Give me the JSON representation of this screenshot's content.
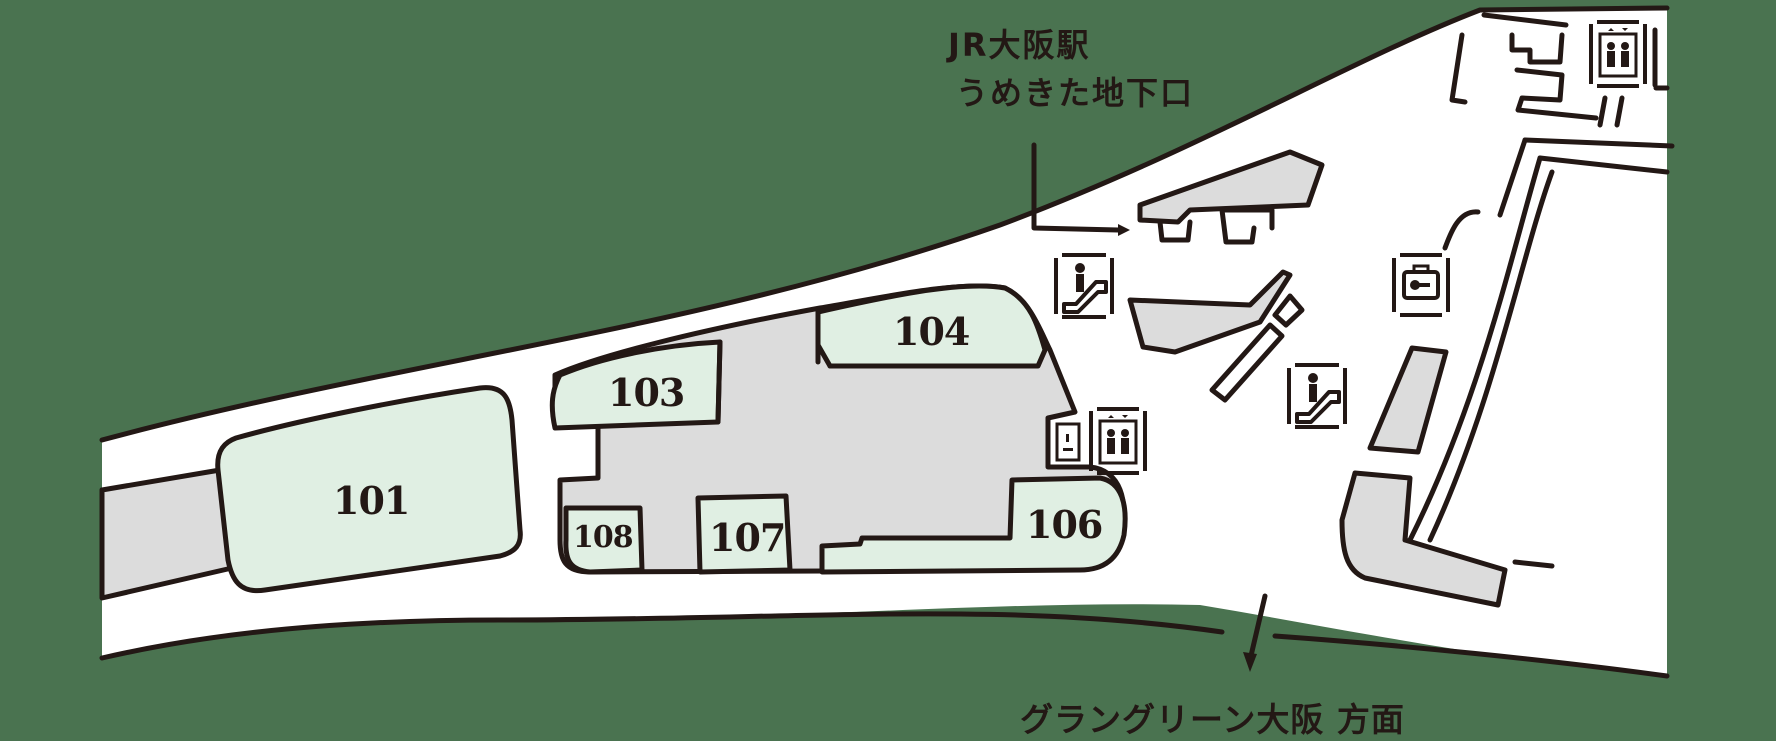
{
  "colors": {
    "background": "#4a7350",
    "walkway": "#ffffff",
    "store_fill": "#e0efe3",
    "common_fill": "#dcdcdc",
    "ink": "#231815"
  },
  "labels": {
    "jr_station": "JR大阪駅",
    "umekita_exit": "うめきた地下口",
    "grand_green": "グラングリーン大阪 方面"
  },
  "stores": [
    {
      "id": "101",
      "label": "101"
    },
    {
      "id": "103",
      "label": "103"
    },
    {
      "id": "104",
      "label": "104"
    },
    {
      "id": "106",
      "label": "106"
    },
    {
      "id": "107",
      "label": "107"
    },
    {
      "id": "108",
      "label": "108"
    }
  ],
  "icons": [
    {
      "type": "escalator",
      "name": "escalator-icon"
    },
    {
      "type": "escalator",
      "name": "escalator-icon"
    },
    {
      "type": "elevator",
      "name": "elevator-icon"
    },
    {
      "type": "elevator",
      "name": "elevator-icon"
    },
    {
      "type": "coin-locker",
      "name": "coin-locker-icon"
    },
    {
      "type": "intercom",
      "name": "intercom-icon"
    }
  ]
}
